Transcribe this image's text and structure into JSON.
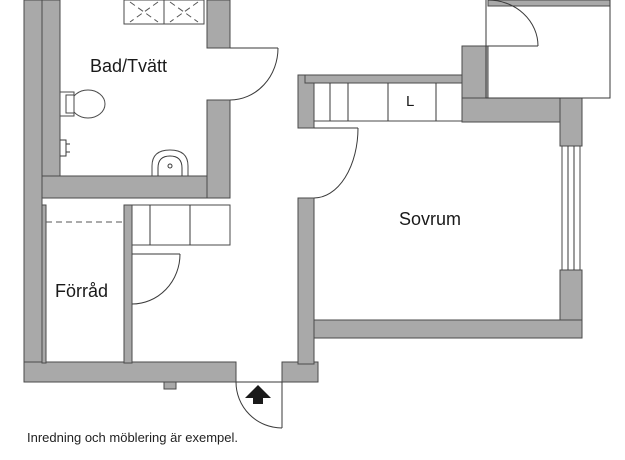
{
  "rooms": {
    "bathroom": "Bad/Tvätt",
    "bedroom": "Sovrum",
    "storage": "Förråd"
  },
  "wardrobe_label": "L",
  "note": "Inredning och möblering är exempel.",
  "colors": {
    "wall": "#a9a9a9",
    "outline": "#4a4a4a",
    "background": "#ffffff"
  },
  "icons": [
    "entrance-arrow-icon",
    "toilet-icon",
    "sink-icon",
    "tap-icon",
    "window-icon"
  ]
}
